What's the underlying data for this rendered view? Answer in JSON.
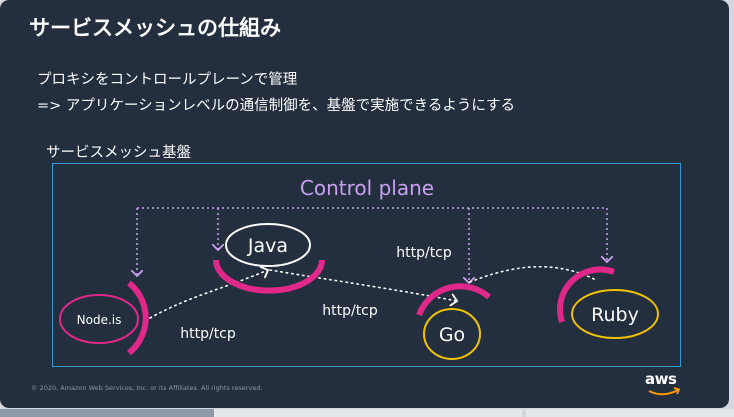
{
  "slide": {
    "title": "サービスメッシュの仕組み",
    "body_line_1": "プロキシをコントロールプレーンで管理",
    "body_line_2": "=> アプリケーションレベルの通信制御を、基盤で実施できるようにする",
    "section_label": "サービスメッシュ基盤",
    "copyright": "© 2020, Amazon Web Services, Inc. or its Affiliates. All rights reserved.",
    "logo_text": "aws"
  },
  "diagram": {
    "control_plane_label": "Control plane",
    "services": {
      "nodejs": "Node.is",
      "java": "Java",
      "go": "Go",
      "ruby": "Ruby"
    },
    "edge_labels": {
      "node_to_java": "http/tcp",
      "java_to_go": "http/tcp",
      "go_to_ruby": "http/tcp"
    }
  },
  "colors": {
    "background": "#232f3e",
    "frame": "#3a9ad0",
    "control_plane": "#c9a0f0",
    "proxy_arc": "#e0288a",
    "go_ruby_border": "#f2c200",
    "java_border": "#ffffff",
    "node_border": "#e0288a",
    "dotted_line": "#ffffff"
  }
}
